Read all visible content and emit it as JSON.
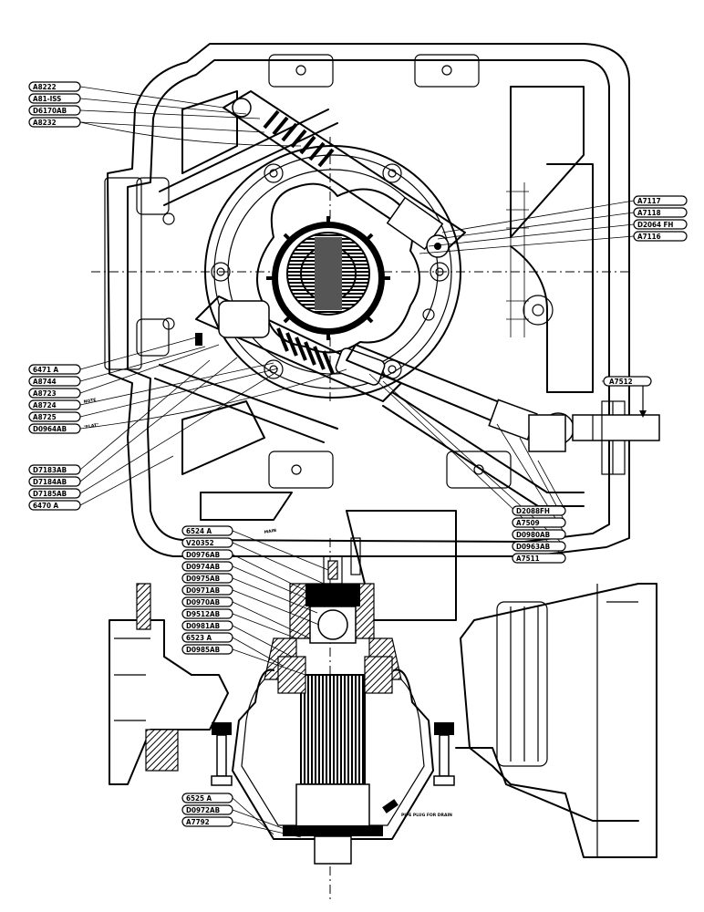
{
  "top_view": {
    "labels_upper_left": [
      "A8222",
      "A81-ISS",
      "D6170AB",
      "A8232"
    ],
    "labels_right": [
      "A7117",
      "A7118",
      "D2064 FH",
      "A7116"
    ],
    "labels_left": [
      "6471 A",
      "A8744",
      "A8723",
      "A8724",
      "A8725",
      "D0964AB"
    ],
    "labels_lower_left": [
      "D7183AB",
      "D7184AB",
      "D7185AB",
      "6470 A"
    ],
    "label_rod_end": "A7512",
    "labels_lower_right": [
      "D2088FH",
      "A7509",
      "D0980AB",
      "D0963AB",
      "A7511"
    ]
  },
  "bottom_view": {
    "labels_upper_left": [
      "6524 A",
      "V20352",
      "D0976AB",
      "D0974AB",
      "D0975AB",
      "D0971AB",
      "D0970AB",
      "D9512AB",
      "D0981AB",
      "6523 A",
      "D0985AB"
    ],
    "labels_lower_left": [
      "6525 A",
      "D0972AB",
      "A7792"
    ],
    "note_plug": "PIPE PLUG FOR DRAIN"
  }
}
